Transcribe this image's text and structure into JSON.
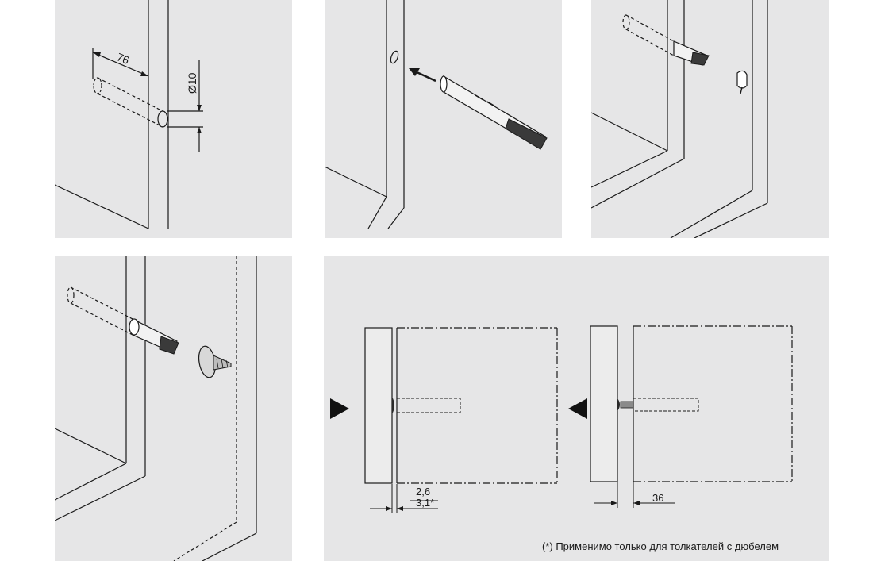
{
  "step1": {
    "depth_label": "76",
    "diameter_label": "Ø10"
  },
  "step5": {
    "offset_label_1": "2,6",
    "offset_label_2": "3,1*",
    "gap_label": "36",
    "footnote": "(*) Применимо только для толкателей с дюбелем"
  },
  "colors": {
    "panel_bg": "#e6e6e7",
    "line": "#1a1a1a",
    "arrow": "#1a1a1a"
  }
}
